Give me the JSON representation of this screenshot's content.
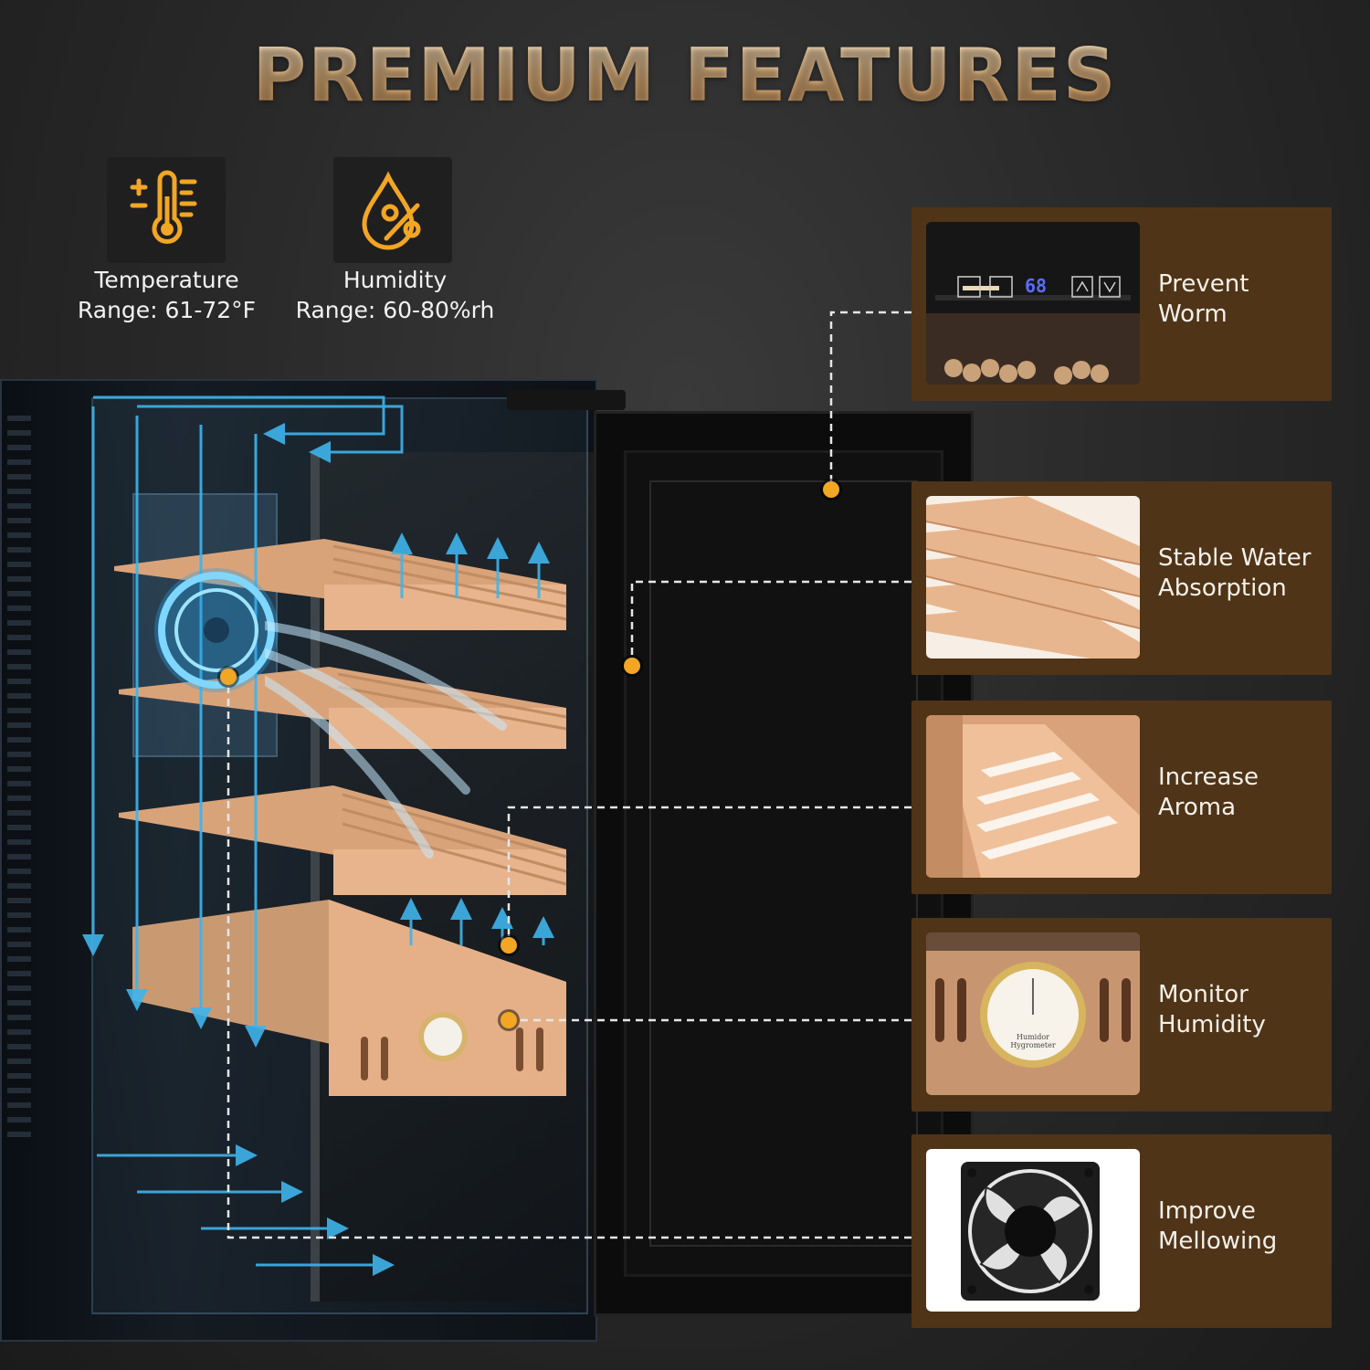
{
  "title": "PREMIUM FEATURES",
  "specs": [
    {
      "icon": "thermometer-icon",
      "label": "Temperature",
      "value": "Range: 61-72°F"
    },
    {
      "icon": "humidity-icon",
      "label": "Humidity",
      "value": "Range: 60-80%rh"
    }
  ],
  "features": [
    {
      "line1": "Prevent",
      "line2": "Worm",
      "image": "control-panel"
    },
    {
      "line1": "Stable Water",
      "line2": "Absorption",
      "image": "cedar-shelf"
    },
    {
      "line1": "Increase",
      "line2": "Aroma",
      "image": "cedar-drawer"
    },
    {
      "line1": "Monitor",
      "line2": "Humidity",
      "image": "hygrometer"
    },
    {
      "line1": "Improve",
      "line2": "Mellowing",
      "image": "cooling-fan"
    }
  ],
  "control_panel": {
    "display": "68"
  },
  "hygrometer": {
    "line1": "Humidor",
    "line2": "Hygrometer"
  },
  "colors": {
    "accent_gold": "#f2a623",
    "panel_brown": "#4f3417",
    "airflow_blue": "#3fb4ec",
    "cedar": "#e7b48d"
  }
}
